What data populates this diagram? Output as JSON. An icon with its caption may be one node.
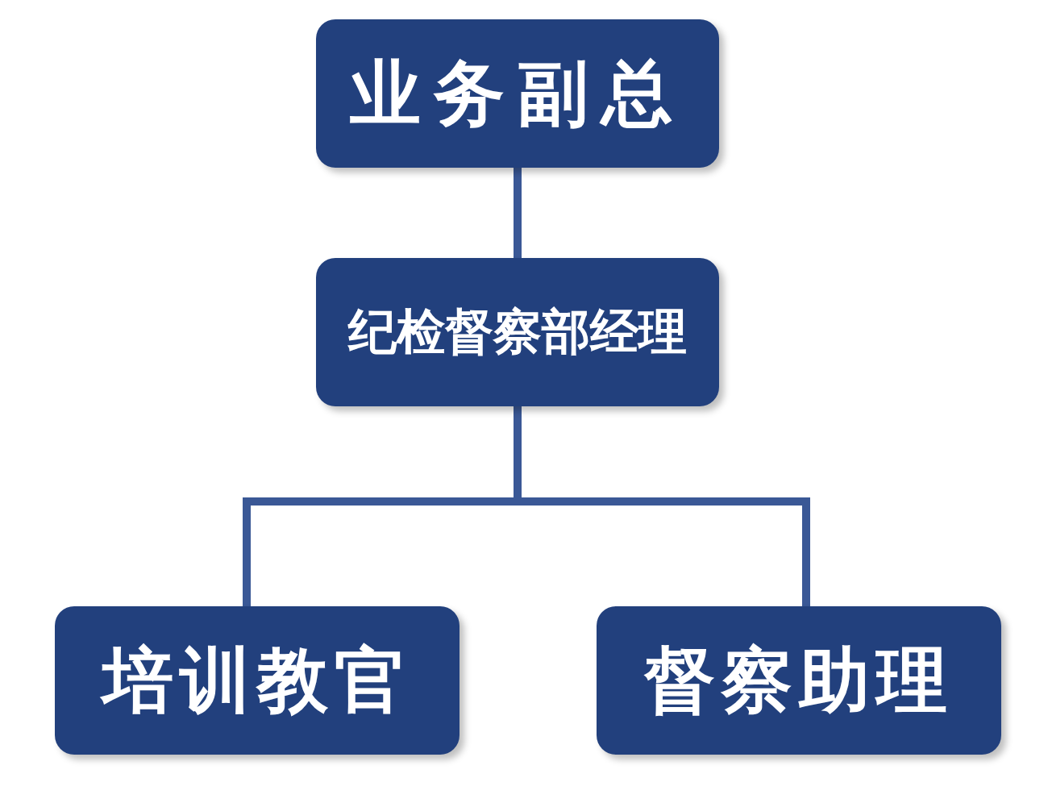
{
  "diagram": {
    "nodes": [
      {
        "text": [
          "业务副总"
        ]
      },
      {
        "text": [
          "纪检督察部经理"
        ]
      },
      {
        "text": [
          "培训教官"
        ]
      },
      {
        "text": [
          "督察助理"
        ]
      }
    ],
    "edges": [
      {
        "from": 0,
        "to": 1,
        "arrow": "none"
      },
      {
        "from": 1,
        "to": 2,
        "arrow": "none"
      },
      {
        "from": 1,
        "to": 3,
        "arrow": "none"
      }
    ]
  }
}
